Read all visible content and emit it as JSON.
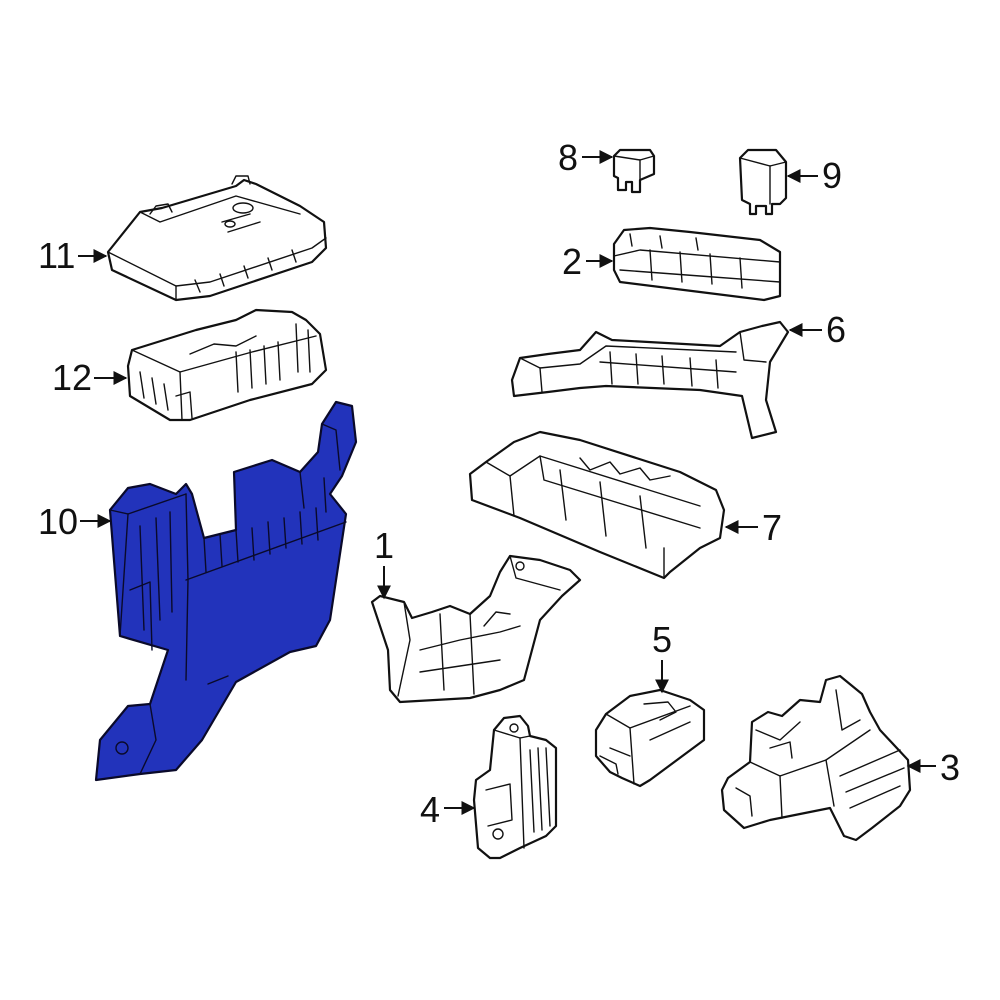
{
  "colors": {
    "highlight": "#2233bb",
    "line": "#111111",
    "background": "#ffffff"
  },
  "callouts": [
    {
      "id": "1",
      "label": "1"
    },
    {
      "id": "2",
      "label": "2"
    },
    {
      "id": "3",
      "label": "3"
    },
    {
      "id": "4",
      "label": "4"
    },
    {
      "id": "5",
      "label": "5"
    },
    {
      "id": "6",
      "label": "6"
    },
    {
      "id": "7",
      "label": "7"
    },
    {
      "id": "8",
      "label": "8"
    },
    {
      "id": "9",
      "label": "9"
    },
    {
      "id": "10",
      "label": "10"
    },
    {
      "id": "11",
      "label": "11"
    },
    {
      "id": "12",
      "label": "12"
    }
  ],
  "highlighted_part": "10"
}
